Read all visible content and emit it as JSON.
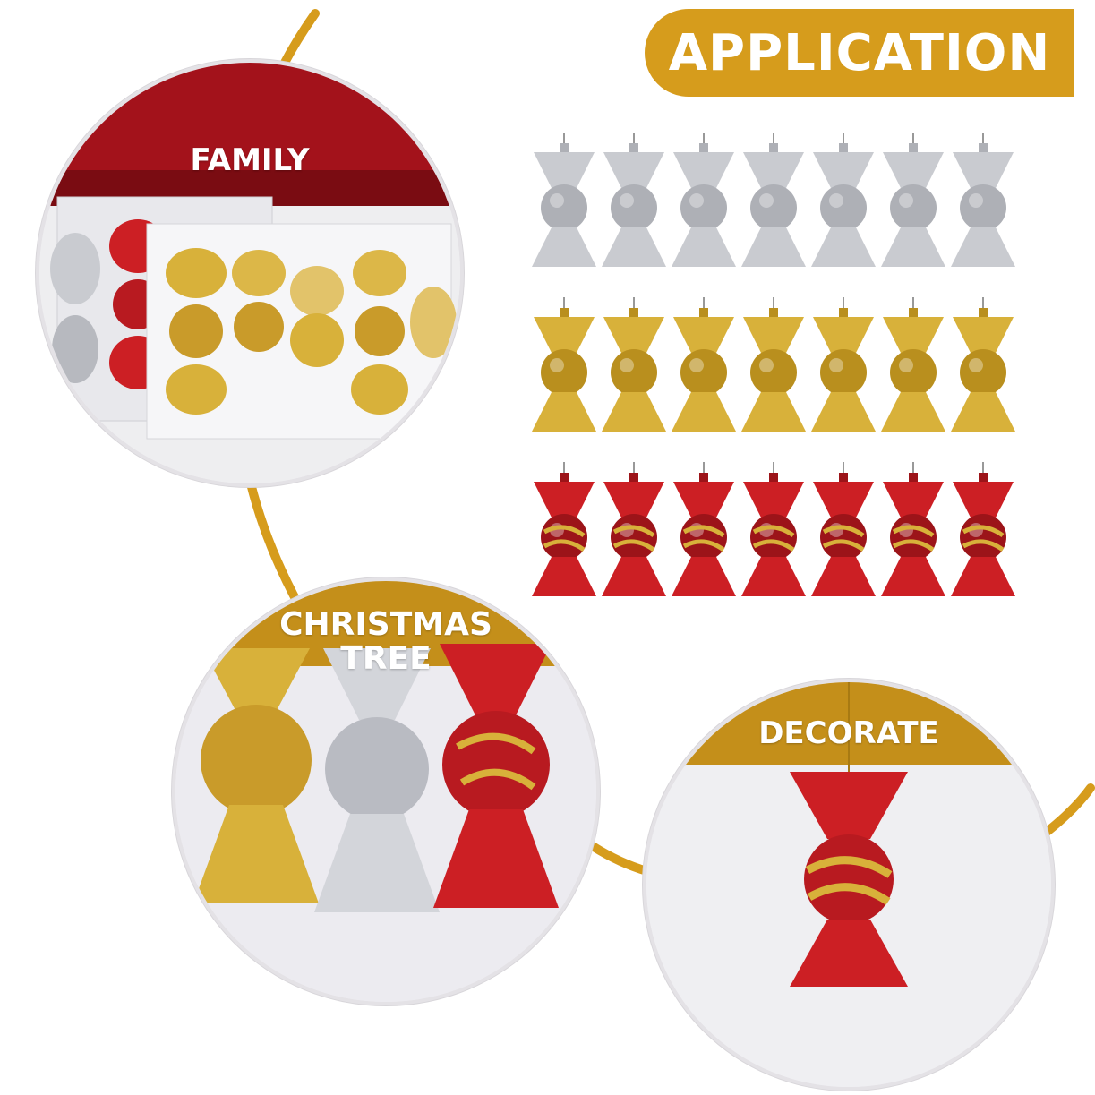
{
  "banner": {
    "title": "APPLICATION"
  },
  "scenes": {
    "family": {
      "label": "FAMILY"
    },
    "christmas_tree": {
      "label_line1": "CHRISTMAS",
      "label_line2": "TREE"
    },
    "decorate": {
      "label": "DECORATE"
    }
  },
  "ornament_grid": {
    "rows": [
      {
        "color": "silver",
        "count": 7
      },
      {
        "color": "gold",
        "count": 7
      },
      {
        "color": "red",
        "count": 7
      }
    ]
  },
  "colors": {
    "accent_gold": "#d69c1c",
    "silver": "#c9cbd0",
    "gold": "#d8b13a",
    "red": "#cc1f24"
  }
}
